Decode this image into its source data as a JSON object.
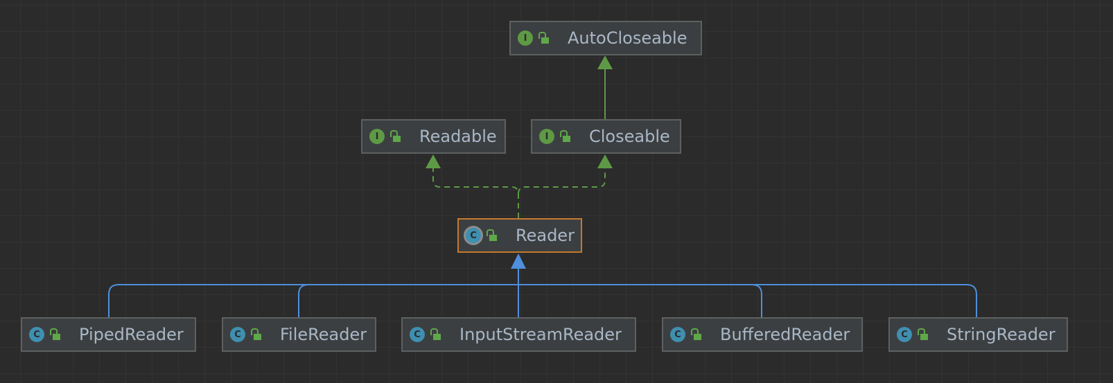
{
  "colors": {
    "interface_edge": "#5e9a45",
    "extends_edge": "#4f8fdc",
    "selected_border": "#c57a2b"
  },
  "nodes": [
    {
      "id": "autocloseable",
      "name": "AutoCloseable",
      "kind": "I",
      "type": "interface"
    },
    {
      "id": "readable",
      "name": "Readable",
      "kind": "I",
      "type": "interface"
    },
    {
      "id": "closeable",
      "name": "Closeable",
      "kind": "I",
      "type": "interface"
    },
    {
      "id": "reader",
      "name": "Reader",
      "kind": "C",
      "type": "abstract-class",
      "selected": true
    },
    {
      "id": "pipedreader",
      "name": "PipedReader",
      "kind": "C",
      "type": "class"
    },
    {
      "id": "filereader",
      "name": "FileReader",
      "kind": "C",
      "type": "class"
    },
    {
      "id": "inputstreamreader",
      "name": "InputStreamReader",
      "kind": "C",
      "type": "class"
    },
    {
      "id": "bufferedreader",
      "name": "BufferedReader",
      "kind": "C",
      "type": "class"
    },
    {
      "id": "stringreader",
      "name": "StringReader",
      "kind": "C",
      "type": "class"
    }
  ]
}
